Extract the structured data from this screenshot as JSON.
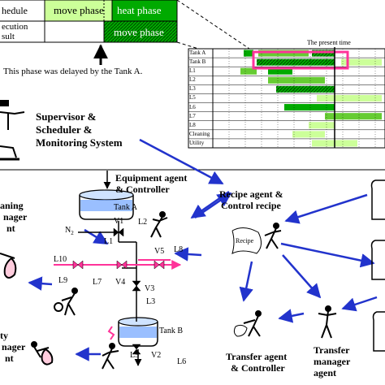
{
  "schedule_box": {
    "row1_label": "hedule",
    "row2_label_a": "ecution",
    "row2_label_b": "sult",
    "move_phase": "move phase",
    "heat_phase": "heat phase",
    "move_phase_result": "move phase"
  },
  "delay_note": "This phase was delayed by the Tank A.",
  "gantt": {
    "present_time_label": "The present time",
    "rows": [
      "Tank A",
      "Tank B",
      "L1",
      "L2",
      "L3",
      "L5",
      "L6",
      "L7",
      "L8",
      "Cleaning",
      "Utility"
    ]
  },
  "supervisor": {
    "line1": "Supervisor &",
    "line2": "Scheduler &",
    "line3": "Monitoring System"
  },
  "equipment_agent": {
    "line1": "Equipment agent",
    "line2": "& Controller"
  },
  "recipe_agent": {
    "line1": "Recipe agent &",
    "line2": "Control recipe",
    "scroll_label": "Recipe"
  },
  "cleaning_manager": {
    "line1": "aning",
    "line2": "nager",
    "line3": "nt"
  },
  "utility_manager": {
    "line1": "ty",
    "line2": "nager",
    "line3": "nt"
  },
  "transfer_agent": {
    "line1": "Transfer agent",
    "line2": "& Controller"
  },
  "transfer_manager": {
    "line1": "Transfer",
    "line2": "manager",
    "line3": "agent"
  },
  "plant": {
    "tank_a": "Tank A",
    "tank_b": "Tank B",
    "n2": "N",
    "n2_sub": "2",
    "labels": [
      "V1",
      "L2",
      "L1",
      "V5",
      "L8",
      "L10",
      "L9",
      "L7",
      "V4",
      "V3",
      "L3",
      "L5",
      "V2",
      "L6"
    ]
  },
  "colors": {
    "move_green": "#ccff99",
    "result_green": "#00aa00",
    "highlight_magenta": "#ff3399",
    "arrow_blue": "#2233cc",
    "pipe_pink": "#ff3399"
  }
}
